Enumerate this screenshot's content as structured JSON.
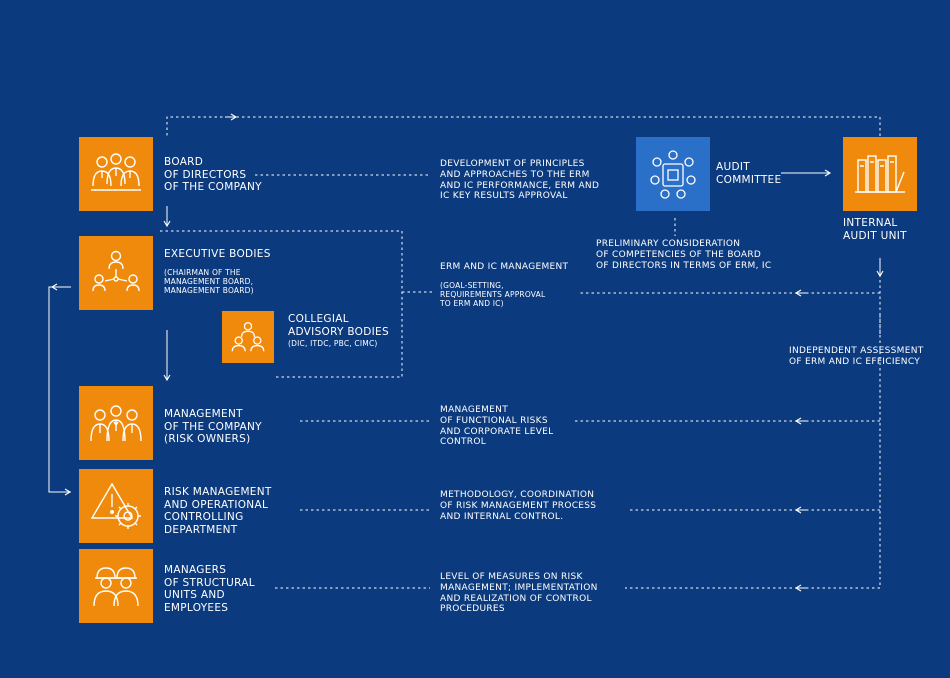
{
  "colors": {
    "background": "#0b3a7e",
    "orange": "#f08a0c",
    "blue_box": "#2a6fc8",
    "line": "#ffffff"
  },
  "nodes": {
    "board": {
      "label": "BOARD\nOF DIRECTORS\nOF THE COMPANY",
      "icon": "board-people-icon"
    },
    "executive": {
      "label": "EXECUTIVE BODIES",
      "sub": "(CHAIRMAN OF THE\nMANAGEMENT BOARD,\nMANAGEMENT BOARD)",
      "icon": "org-network-icon"
    },
    "collegial": {
      "label": "COLLEGIAL\nADVISORY BODIES",
      "sub": "(DIC, ITDC, PBC, CIMC)",
      "icon": "group-people-icon"
    },
    "management": {
      "label": "MANAGEMENT\nOF THE COMPANY\n(RISK OWNERS)",
      "icon": "managers-icon"
    },
    "risk": {
      "label": "RISK MANAGEMENT\nAND OPERATIONAL\nCONTROLLING\nDEPARTMENT",
      "icon": "warning-gear-icon"
    },
    "managers": {
      "label": "MANAGERS\nOF STRUCTURAL\nUNITS AND\nEMPLOYEES",
      "icon": "workers-icon"
    },
    "audit_committee": {
      "label": "AUDIT\nCOMMITTEE",
      "icon": "meeting-table-icon"
    },
    "internal_audit": {
      "label": "INTERNAL\nAUDIT UNIT",
      "icon": "audit-files-icon"
    }
  },
  "descriptions": {
    "development": "DEVELOPMENT OF PRINCIPLES\nAND APPROACHES TO THE ERM\nAND IC PERFORMANCE, ERM AND\nIC KEY RESULTS APPROVAL",
    "preliminary": "PRELIMINARY CONSIDERATION\nOF COMPETENCIES OF THE BOARD\nOF DIRECTORS IN TERMS OF ERM, IC",
    "erm_ic_management": "ERM AND IC MANAGEMENT",
    "goal_setting": "(GOAL-SETTING,\nREQUIREMENTS APPROVAL\nTO ERM AND IC)",
    "independent": "INDEPENDENT ASSESSMENT\nOF ERM AND IC EFFICIENCY",
    "functional": "MANAGEMENT\nOF FUNCTIONAL RISKS\nAND CORPORATE LEVEL\nCONTROL",
    "methodology": "METHODOLOGY, COORDINATION\nOF RISK MANAGEMENT PROCESS\n AND INTERNAL CONTROL.",
    "level": "LEVEL OF MEASURES ON RISK\nMANAGEMENT; IMPLEMENTATION\nAND REALIZATION OF CONTROL\nPROCEDURES"
  }
}
